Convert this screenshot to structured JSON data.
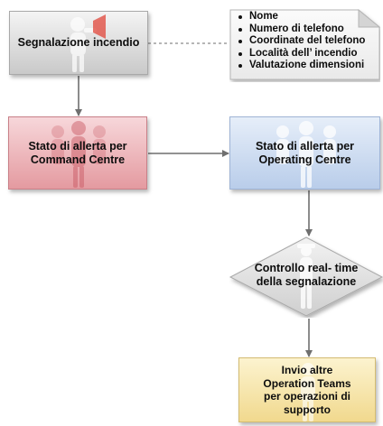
{
  "diagram": {
    "nodes": {
      "fire_report": {
        "label": "Segnalazione incendio"
      },
      "command_centre": {
        "label": "Stato di allerta per\nCommand Centre"
      },
      "operating_centre": {
        "label": "Stato di allerta per\nOperating Centre"
      },
      "realtime_check": {
        "label": "Controllo real- time\ndella segnalazione"
      },
      "send_teams": {
        "label": "Invio altre\nOperation Teams\nper operazioni di\nsupporto"
      }
    },
    "note": {
      "items": [
        "Nome",
        "Numero di telefono",
        "Coordinate del telefono",
        "Località dell’ incendio",
        "Valutazione dimensioni"
      ]
    },
    "edges": [
      {
        "from": "fire_report",
        "to": "command_centre"
      },
      {
        "from": "command_centre",
        "to": "operating_centre"
      },
      {
        "from": "operating_centre",
        "to": "realtime_check"
      },
      {
        "from": "realtime_check",
        "to": "send_teams"
      },
      {
        "from": "fire_report",
        "to": "note",
        "style": "dashed"
      }
    ],
    "colors": {
      "fire_report": "#d9d9d9",
      "command_centre": "#eab1b6",
      "operating_centre": "#cddbf0",
      "realtime_check": "#dedede",
      "send_teams": "#f6e3a6",
      "connector": "#6f6f6f"
    }
  }
}
